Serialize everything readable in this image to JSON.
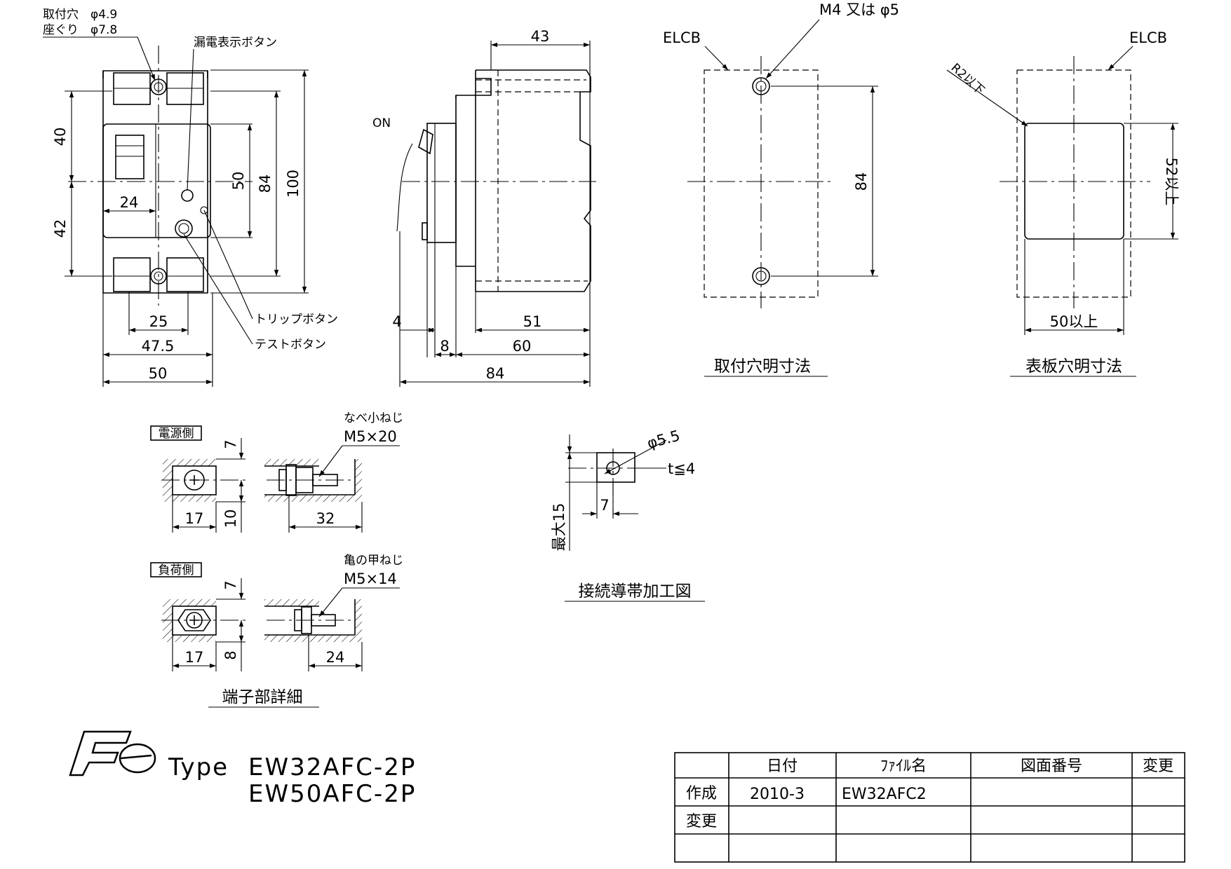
{
  "front_view": {
    "hole_label": "取付穴　φ4.9",
    "counterbore_label": "座ぐり　φ7.8",
    "leak_indicator_label": "漏電表示ボタン",
    "trip_button_label": "トリップボタン",
    "test_button_label": "テストボタン",
    "dims": {
      "top_offset": "40",
      "bottom_offset": "42",
      "mount_pitch": "84",
      "height": "100",
      "body_height": "50",
      "handle_width": "24",
      "terminal_pitch": "25",
      "inner_width": "47.5",
      "width": "50"
    }
  },
  "side_view": {
    "on_label": "ON",
    "dims": {
      "top_depth": "43",
      "handle_proj": "4",
      "base_step": "8",
      "body_depth": "51",
      "depth_60": "60",
      "total_depth": "84"
    }
  },
  "mounting_hole": {
    "elcb_label": "ELCB",
    "screw_label": "M4 又は φ5",
    "pitch": "84",
    "title": "取付穴明寸法"
  },
  "panel_cutout": {
    "elcb_label": "ELCB",
    "radius_label": "R2以下",
    "height": "52以上",
    "width": "50以上",
    "title": "表板穴明寸法"
  },
  "terminal_detail": {
    "supply": {
      "tag": "電源側",
      "screw_type": "なべ小ねじ",
      "screw_size": "M5×20",
      "h_top": "7",
      "h_bottom": "10",
      "w": "17",
      "depth": "32"
    },
    "load": {
      "tag": "負荷側",
      "screw_type": "亀の甲ねじ",
      "screw_size": "M5×14",
      "h_top": "7",
      "h_bottom": "8",
      "w": "17",
      "depth": "24"
    },
    "title": "端子部詳細"
  },
  "busbar": {
    "hole": "φ5.5",
    "thickness": "t≦4",
    "edge": "7",
    "max_width": "最大15",
    "title": "接続導帯加工図"
  },
  "model": {
    "logo": "Fe",
    "type_prefix": "Type",
    "line1": "EW32AFC-2P",
    "line2": "EW50AFC-2P"
  },
  "title_block": {
    "headers": [
      "日付",
      "ﾌｧｲﾙ名",
      "図面番号",
      "変更"
    ],
    "rows": [
      {
        "label": "作成",
        "date": "2010-3",
        "file": "EW32AFC2",
        "drawing_no": "",
        "rev": ""
      },
      {
        "label": "変更",
        "date": "",
        "file": "",
        "drawing_no": "",
        "rev": ""
      },
      {
        "label": "",
        "date": "",
        "file": "",
        "drawing_no": "",
        "rev": ""
      }
    ]
  }
}
